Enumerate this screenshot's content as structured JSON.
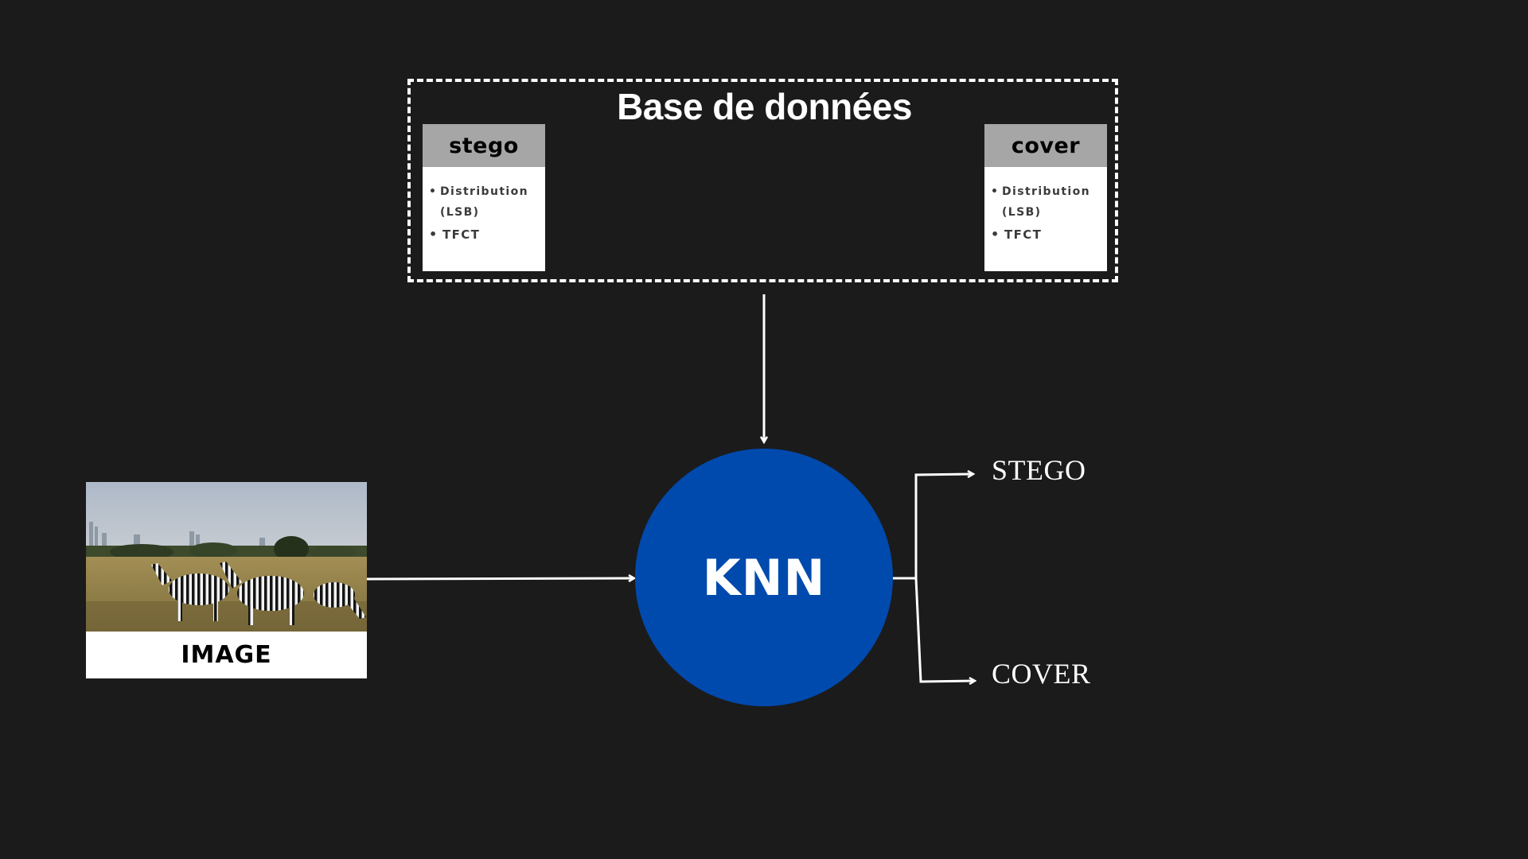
{
  "database": {
    "title": "Base de données",
    "tables": [
      {
        "name": "stego",
        "items": [
          "Distribution(LSB)",
          "TFCT"
        ]
      },
      {
        "name": "cover",
        "items": [
          "Distribution(LSB)",
          "TFCT"
        ]
      }
    ]
  },
  "input": {
    "label": "IMAGE"
  },
  "classifier": {
    "label": "KNN",
    "color": "#004aad"
  },
  "outputs": {
    "top": "STEGO",
    "bottom": "COVER"
  },
  "colors": {
    "background": "#1b1b1b",
    "stroke": "#ffffff",
    "table_header": "#a6a6a6"
  }
}
